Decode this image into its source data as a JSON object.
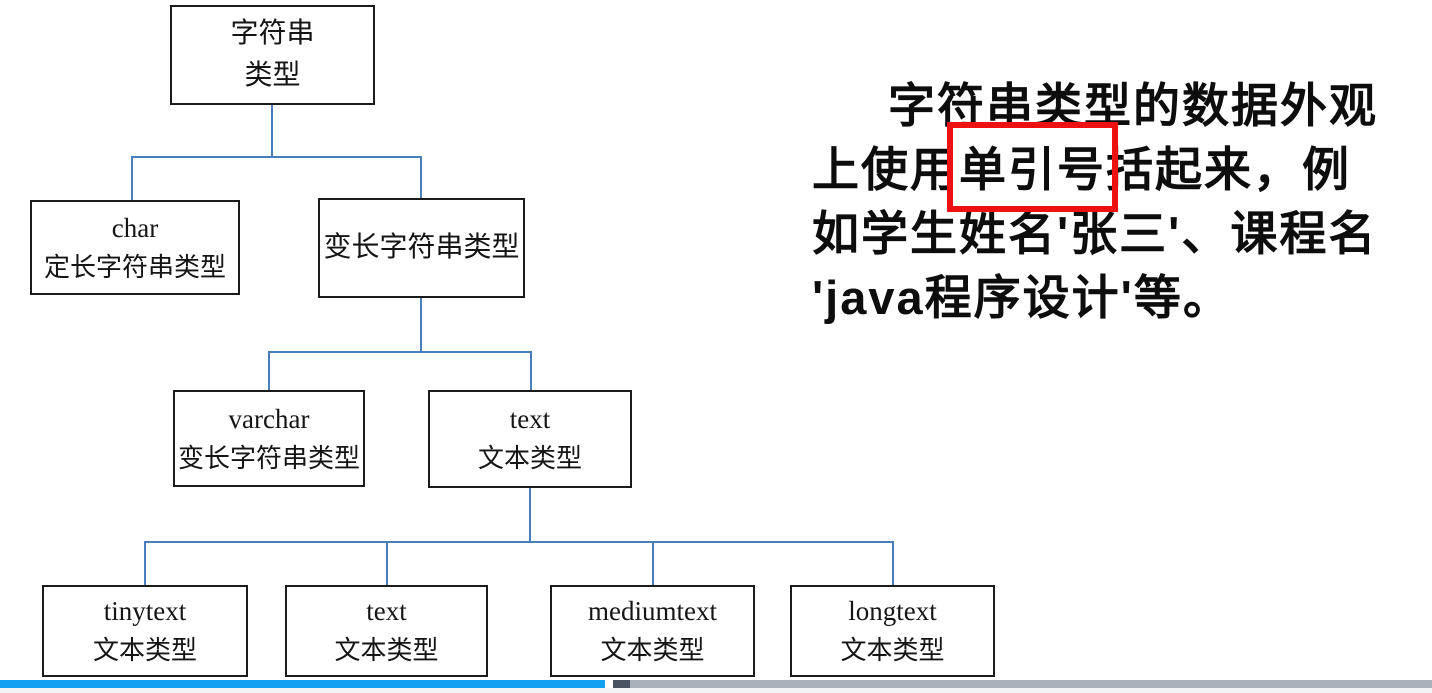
{
  "tree": {
    "root": {
      "line1": "字符串",
      "line2": "类型"
    },
    "char": {
      "name": "char",
      "desc": "定长字符串类型"
    },
    "varlen": {
      "desc": "变长字符串类型"
    },
    "varchar": {
      "name": "varchar",
      "desc": "变长字符串类型"
    },
    "text": {
      "name": "text",
      "desc": "文本类型"
    },
    "tinytext": {
      "name": "tinytext",
      "desc": "文本类型"
    },
    "text2": {
      "name": "text",
      "desc": "文本类型"
    },
    "mediumtext": {
      "name": "mediumtext",
      "desc": "文本类型"
    },
    "longtext": {
      "name": "longtext",
      "desc": "文本类型"
    }
  },
  "paragraph": {
    "line1": "字符串类型的数据外观",
    "line2_pre": "上使用",
    "line2_highlight": "单引号",
    "line2_post": "括起来，例",
    "line3": "如学生姓名'张三'、课程名",
    "line4": "'java程序设计'等。"
  },
  "colors": {
    "connector": "#4a7ebb",
    "box-border": "#1b1b1b",
    "highlight-box": "#ee1111",
    "progress-played": "#11a0f2",
    "progress-remaining": "#a9b0ba",
    "progress-cap": "#4a5361"
  }
}
